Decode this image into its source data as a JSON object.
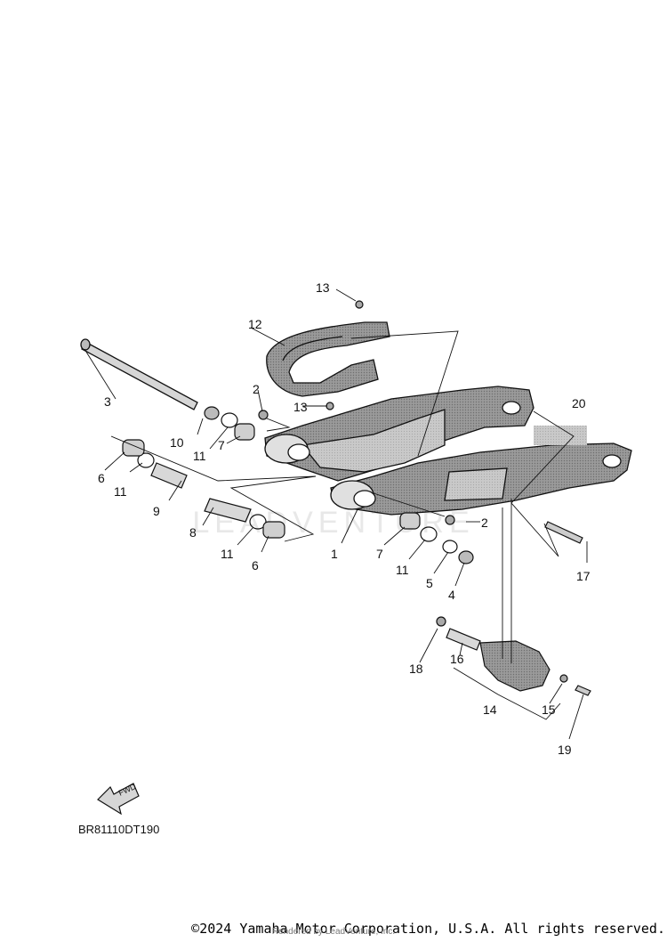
{
  "diagram": {
    "callouts": [
      "1",
      "2",
      "2",
      "3",
      "4",
      "5",
      "6",
      "6",
      "7",
      "7",
      "8",
      "9",
      "10",
      "11",
      "11",
      "11",
      "11",
      "12",
      "13",
      "13",
      "14",
      "15",
      "16",
      "17",
      "18",
      "19",
      "20"
    ],
    "fwd_label": "FWD",
    "watermark": "LEADVENTURE",
    "diagram_code": "BR81110DT190"
  },
  "footer": {
    "copyright": "©2024 Yamaha Motor Corporation, U.S.A. All rights reserved.",
    "rendered_by": "Rendered by LeadVenture, Inc."
  },
  "colors": {
    "line": "#111111",
    "fill_dark": "#8a8a8a",
    "fill_mid": "#bdbdbd",
    "fill_light": "#e2e2e2",
    "watermark": "#e6e6e6"
  }
}
